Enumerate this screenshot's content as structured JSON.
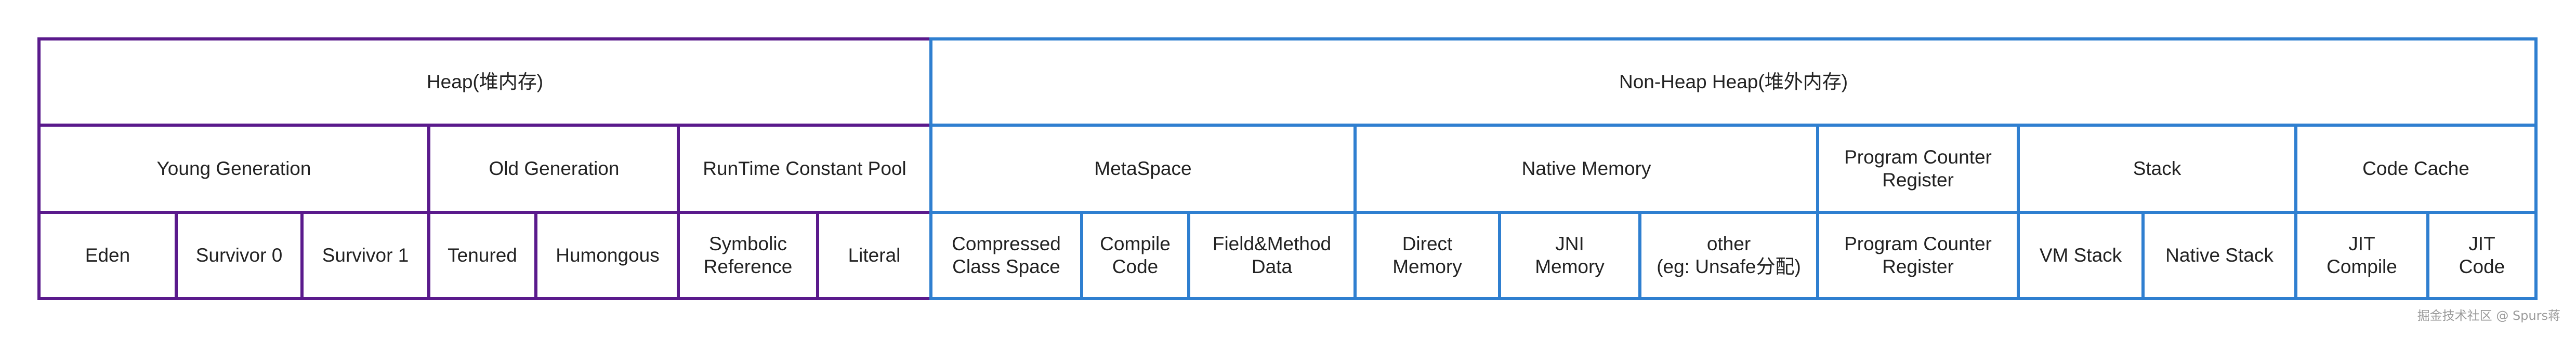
{
  "heap": {
    "title": "Heap(堆内存)",
    "young_generation": {
      "label": "Young Generation",
      "eden": "Eden",
      "survivor0": "Survivor 0",
      "survivor1": "Survivor 1"
    },
    "old_generation": {
      "label": "Old Generation",
      "tenured": "Tenured",
      "humongous": "Humongous"
    },
    "runtime_constant_pool": {
      "label": "RunTime Constant Pool",
      "symbolic_reference": "Symbolic\nReference",
      "literal": "Literal"
    }
  },
  "non_heap": {
    "title": "Non-Heap Heap(堆外内存)",
    "metaspace": {
      "label": "MetaSpace",
      "compressed_class_space": "Compressed\nClass Space",
      "compile_code": "Compile\nCode",
      "field_method_data": "Field&Method\nData"
    },
    "native_memory": {
      "label": "Native Memory",
      "direct_memory": "Direct\nMemory",
      "jni_memory": "JNI\nMemory",
      "other": "other\n(eg: Unsafe分配)"
    },
    "program_counter_register": {
      "label": "Program Counter\nRegister",
      "child": "Program Counter\nRegister"
    },
    "stack": {
      "label": "Stack",
      "vm_stack": "VM Stack",
      "native_stack": "Native Stack"
    },
    "code_cache": {
      "label": "Code Cache",
      "jit_compile": "JIT\nCompile",
      "jit_code": "JIT\nCode"
    }
  },
  "watermark": "掘金技术社区 @ Spurs蒋",
  "colors": {
    "heap_border": "#5a1a8c",
    "non_heap_border": "#2f7fd0",
    "text": "#222222"
  }
}
